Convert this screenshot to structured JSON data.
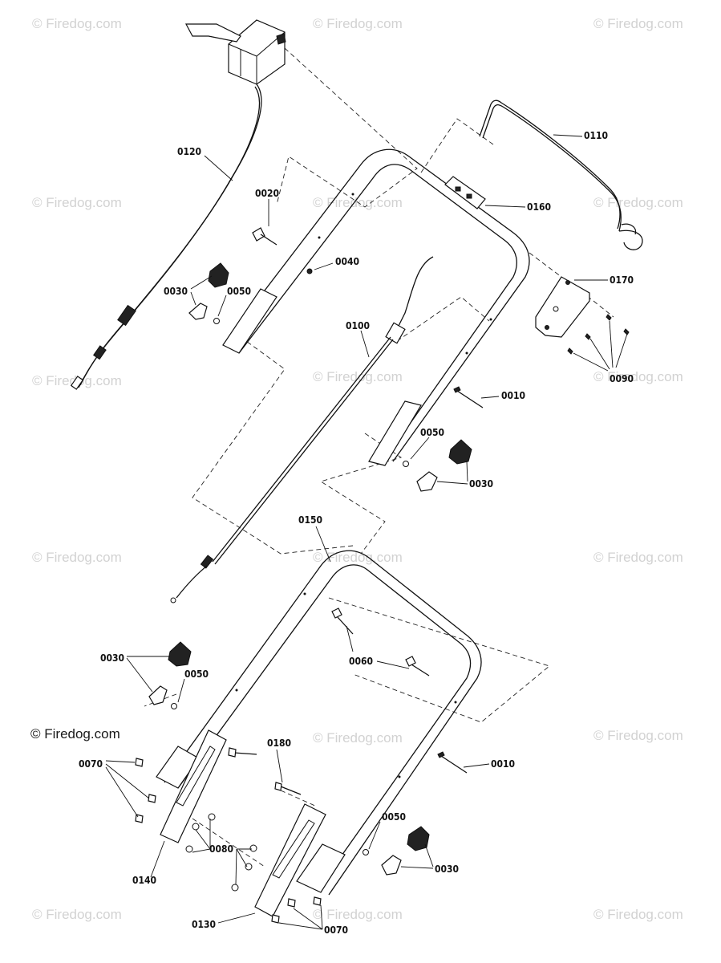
{
  "watermarks": {
    "text": "© Firedog.com",
    "main": "© Firedog.com"
  },
  "labels": {
    "p0010a": "0010",
    "p0010b": "0010",
    "p0020": "0020",
    "p0030a": "0030",
    "p0030b": "0030",
    "p0030c": "0030",
    "p0030d": "0030",
    "p0040": "0040",
    "p0050a": "0050",
    "p0050b": "0050",
    "p0050c": "0050",
    "p0050d": "0050",
    "p0060": "0060",
    "p0070a": "0070",
    "p0070b": "0070",
    "p0080": "0080",
    "p0090": "0090",
    "p0100": "0100",
    "p0110": "0110",
    "p0120": "0120",
    "p0130": "0130",
    "p0140": "0140",
    "p0150": "0150",
    "p0160": "0160",
    "p0170": "0170",
    "p0180": "0180"
  }
}
